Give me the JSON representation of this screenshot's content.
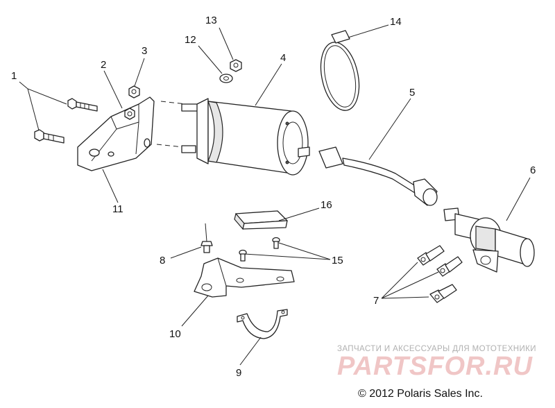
{
  "callouts": {
    "c1": "1",
    "c2": "2",
    "c3": "3",
    "c4": "4",
    "c5": "5",
    "c6": "6",
    "c7": "7",
    "c8": "8",
    "c9": "9",
    "c10": "10",
    "c11": "11",
    "c12": "12",
    "c13": "13",
    "c14": "14",
    "c15": "15",
    "c16": "16"
  },
  "watermark": {
    "tagline": "ЗАПЧАСТИ И АКСЕССУАРЫ ДЛЯ МОТОТЕХНИКИ",
    "brand": "PARTSFOR.RU"
  },
  "copyright": "© 2012 Polaris Sales Inc."
}
